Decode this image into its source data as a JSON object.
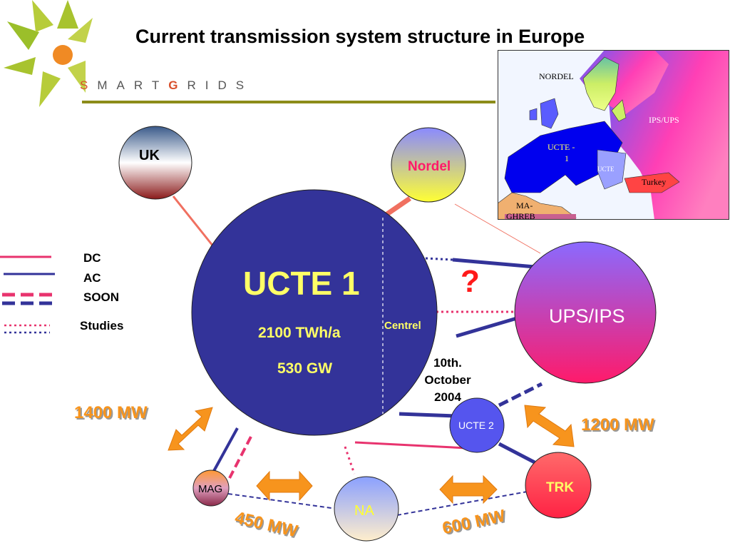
{
  "title": "Current transmission system structure in Europe",
  "brand": {
    "s": "S",
    "pre": "MART",
    "g": "G",
    "post": "RIDS"
  },
  "legend": {
    "dc": "DC",
    "ac": "AC",
    "soon": "SOON",
    "studies": "Studies"
  },
  "nodes": {
    "uk": "UK",
    "nordel": "Nordel",
    "ucte1": "UCTE 1",
    "ucte1_energy": "2100 TWh/a",
    "ucte1_power": "530 GW",
    "centrel": "Centrel",
    "ups_ips": "UPS/IPS",
    "ucte2": "UCTE 2",
    "trk": "TRK",
    "mag": "MAG",
    "na": "NA"
  },
  "question_mark": "?",
  "date_note": [
    "10th.",
    "October",
    "2004"
  ],
  "flows": {
    "mw_1400": "1400 MW",
    "mw_1200": "1200 MW",
    "mw_450": "450 MW",
    "mw_600": "600 MW"
  },
  "map": {
    "nordel": "NORDEL",
    "ips_ups": "IPS/UPS",
    "ucte_1a": "UCTE -",
    "ucte_1b": "1",
    "ucte2": "UCTE",
    "turkey": "Turkey",
    "maghreb_a": "MA-",
    "maghreb_b": "GHREB"
  },
  "colors": {
    "ucte1_fill": "#333399",
    "dc_line": "#e8336e",
    "ac_line": "#333399",
    "mw_arrow": "#f7941d",
    "text_yellow": "#ffff66",
    "rule_line": "#8c8c1a"
  }
}
